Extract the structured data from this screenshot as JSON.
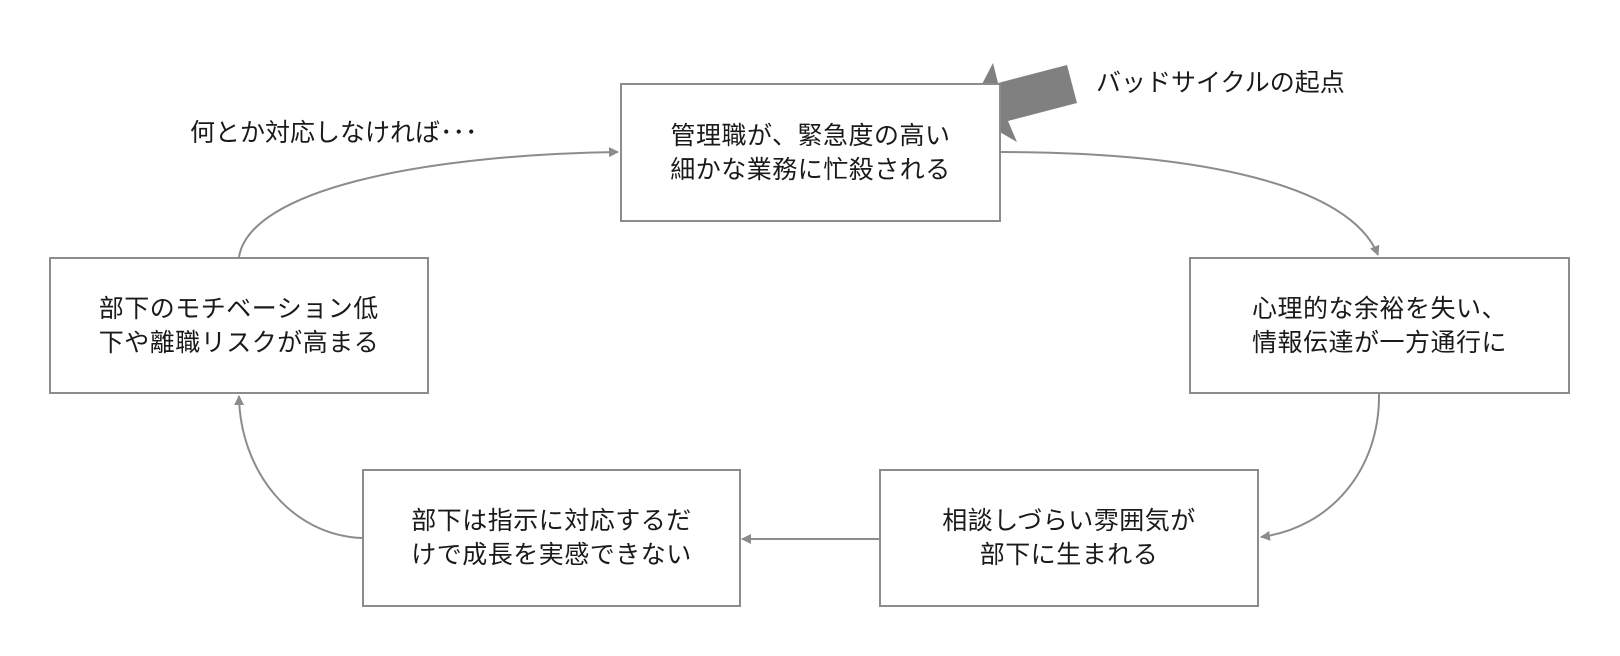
{
  "diagram": {
    "type": "cycle",
    "nodes": [
      {
        "id": "n1",
        "text": "管理職が、緊急度の高い\n細かな業務に忙殺される"
      },
      {
        "id": "n2",
        "text": "心理的な余裕を失い、\n情報伝達が一方通行に"
      },
      {
        "id": "n3",
        "text": "相談しづらい雰囲気が\n部下に生まれる"
      },
      {
        "id": "n4",
        "text": "部下は指示に対応するだ\nけで成長を実感できない"
      },
      {
        "id": "n5",
        "text": "部下のモチベーション低\n下や離職リスクが高まる"
      }
    ],
    "edges": [
      {
        "from": "n1",
        "to": "n2"
      },
      {
        "from": "n2",
        "to": "n3"
      },
      {
        "from": "n3",
        "to": "n4"
      },
      {
        "from": "n4",
        "to": "n5"
      },
      {
        "from": "n5",
        "to": "n1",
        "label": "何とか対応しなければ･･･"
      }
    ],
    "start_marker": {
      "target": "n1",
      "label": "バッドサイクルの起点"
    },
    "colors": {
      "line": "#8c8c8c",
      "start_arrow": "#808080",
      "text": "#1a1a1a"
    }
  }
}
